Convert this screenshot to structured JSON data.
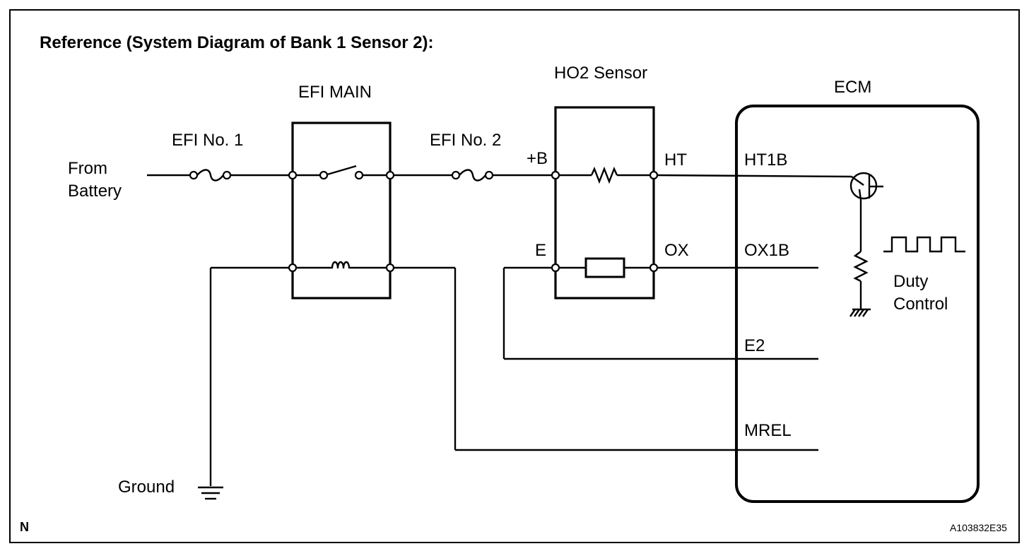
{
  "title": "Reference (System Diagram of Bank 1 Sensor 2):",
  "labels": {
    "from_battery_line1": "From",
    "from_battery_line2": "Battery",
    "efi_no1": "EFI No. 1",
    "efi_main": "EFI MAIN",
    "efi_no2": "EFI No. 2",
    "ho2_sensor": "HO2 Sensor",
    "plus_b": "+B",
    "ht": "HT",
    "e": "E",
    "ox": "OX",
    "ecm": "ECM",
    "ht1b": "HT1B",
    "ox1b": "OX1B",
    "e2": "E2",
    "mrel": "MREL",
    "duty_line1": "Duty",
    "duty_line2": "Control",
    "ground": "Ground"
  },
  "footer": {
    "left": "N",
    "right": "A103832E35"
  },
  "icons": [
    "fuse-icon",
    "relay-switch-icon",
    "relay-coil-icon",
    "resistor-icon",
    "sensor-element-icon",
    "transistor-icon",
    "ground-icon",
    "square-wave-icon"
  ]
}
